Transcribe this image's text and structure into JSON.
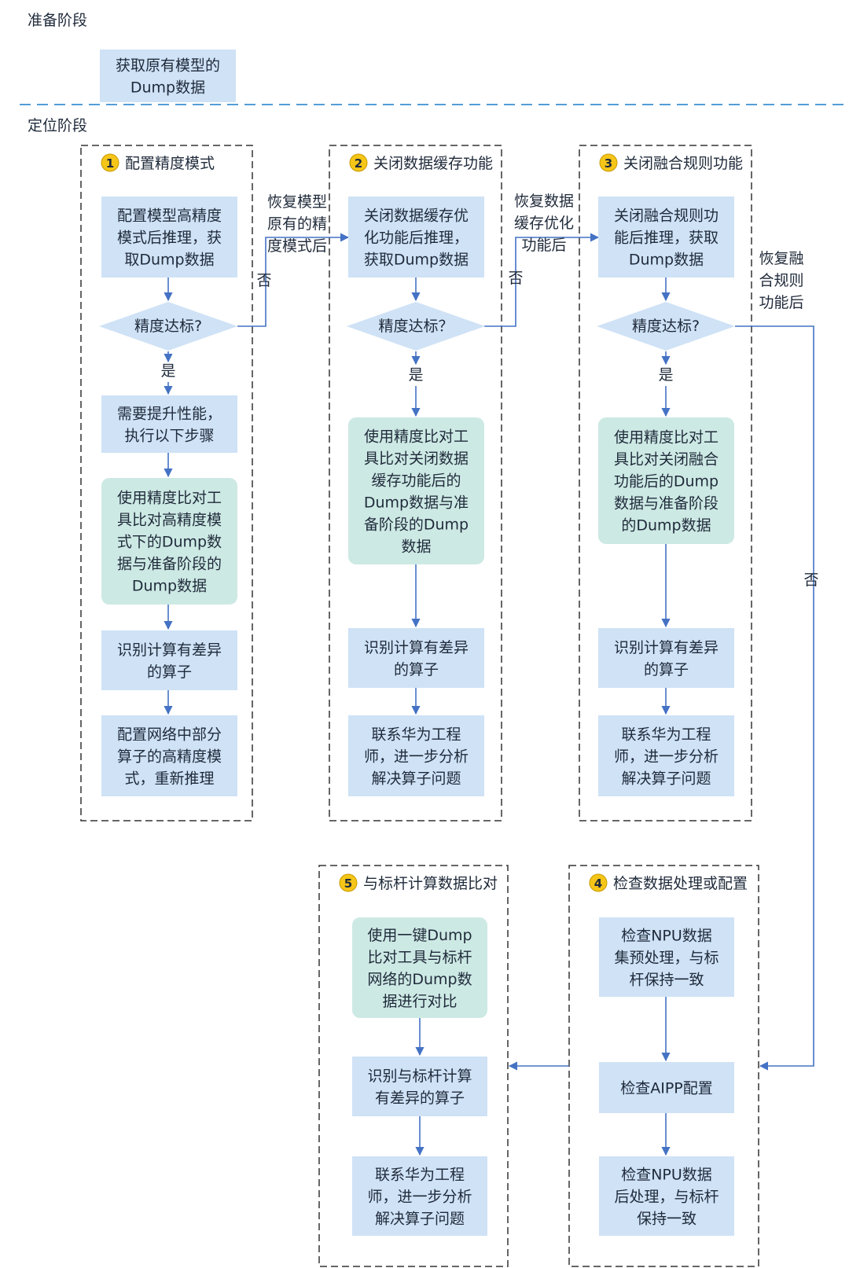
{
  "stages": {
    "prep": "准备阶段",
    "locate": "定位阶段"
  },
  "prep_box": [
    "获取原有模型的",
    "Dump数据"
  ],
  "groups": [
    {
      "num": "1",
      "title": "配置精度模式"
    },
    {
      "num": "2",
      "title": "关闭数据缓存功能"
    },
    {
      "num": "3",
      "title": "关闭融合规则功能"
    },
    {
      "num": "4",
      "title": "检查数据处理或配置"
    },
    {
      "num": "5",
      "title": "与标杆计算数据比对"
    }
  ],
  "col1": {
    "infer": [
      "配置模型高精度",
      "模式后推理，获",
      "取Dump数据"
    ],
    "decision": "精度达标?",
    "yes": "是",
    "step1": [
      "需要提升性能，",
      "执行以下步骤"
    ],
    "compare": [
      "使用精度比对工",
      "具比对高精度模",
      "式下的Dump数",
      "据与准备阶段的",
      "Dump数据"
    ],
    "identify": [
      "识别计算有差异",
      "的算子"
    ],
    "config": [
      "配置网络中部分",
      "算子的高精度模",
      "式，重新推理"
    ]
  },
  "col2": {
    "infer": [
      "关闭数据缓存优",
      "化功能后推理，",
      "获取Dump数据"
    ],
    "decision": "精度达标？",
    "yes": "是",
    "compare": [
      "使用精度比对工",
      "具比对关闭数据",
      "缓存功能后的",
      "Dump数据与准",
      "备阶段的Dump",
      "数据"
    ],
    "identify": [
      "识别计算有差异",
      "的算子"
    ],
    "contact": [
      "联系华为工程",
      "师，进一步分析",
      "解决算子问题"
    ]
  },
  "col3": {
    "infer": [
      "关闭融合规则功",
      "能后推理，获取",
      "Dump数据"
    ],
    "decision": "精度达标?",
    "yes": "是",
    "compare": [
      "使用精度比对工",
      "具比对关闭融合",
      "功能后的Dump",
      "数据与准备阶段",
      "的Dump数据"
    ],
    "identify": [
      "识别计算有差异",
      "的算子"
    ],
    "contact": [
      "联系华为工程",
      "师，进一步分析",
      "解决算子问题"
    ]
  },
  "col4": {
    "step1": [
      "检查NPU数据",
      "集预处理，与标",
      "杆保持一致"
    ],
    "step2": "检查AIPP配置",
    "step3": [
      "检查NPU数据",
      "后处理，与标杆",
      "保持一致"
    ]
  },
  "col5": {
    "compare": [
      "使用一键Dump",
      "比对工具与标杆",
      "网络的Dump数",
      "据进行对比"
    ],
    "identify": [
      "识别与标杆计算",
      "有差异的算子"
    ],
    "contact": [
      "联系华为工程",
      "师，进一步分析",
      "解决算子问题"
    ]
  },
  "edge_labels": {
    "restore1": [
      "恢复模型",
      "原有的精",
      "度模式后"
    ],
    "no1": "否",
    "restore2": [
      "恢复数据",
      "缓存优化",
      "功能后"
    ],
    "no2": "否",
    "restore3": [
      "恢复融",
      "合规则",
      "功能后"
    ],
    "no3": "否"
  },
  "colors": {
    "box_blue": "#cfe2f6",
    "box_teal": "#cde9e4",
    "line": "#4472c4",
    "circle": "#f5c518",
    "dash": "#3d8fd1",
    "border": "#333333"
  }
}
